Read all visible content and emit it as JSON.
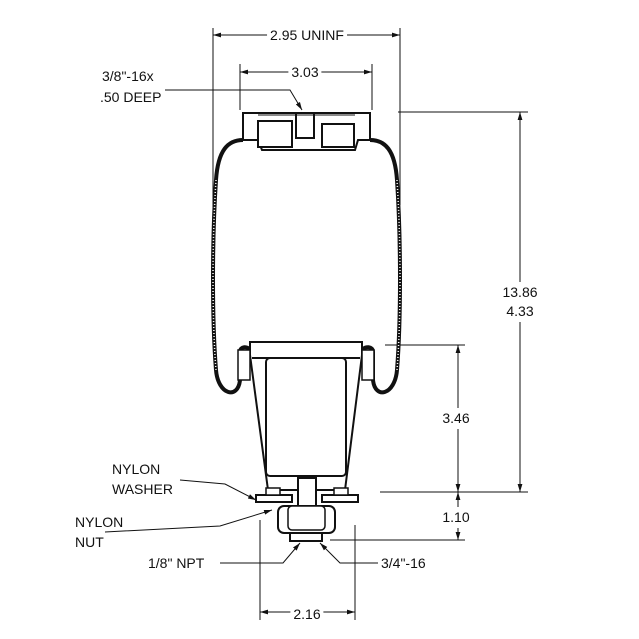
{
  "dimensions": {
    "overall_width": "2.95 UNINF",
    "top_plate_width": "3.03",
    "height_max": "13.86",
    "height_min": "4.33",
    "piston_height": "3.46",
    "stud_length": "1.10",
    "base_width": "2.16"
  },
  "callouts": {
    "top_thread_line1": "3/8\"-16x",
    "top_thread_line2": ".50 DEEP",
    "washer_line1": "NYLON",
    "washer_line2": "WASHER",
    "nut_line1": "NYLON",
    "nut_line2": "NUT",
    "npt": "1/8\" NPT",
    "stud_thread": "3/4\"-16"
  },
  "colors": {
    "line": "#111111",
    "background": "#ffffff"
  }
}
